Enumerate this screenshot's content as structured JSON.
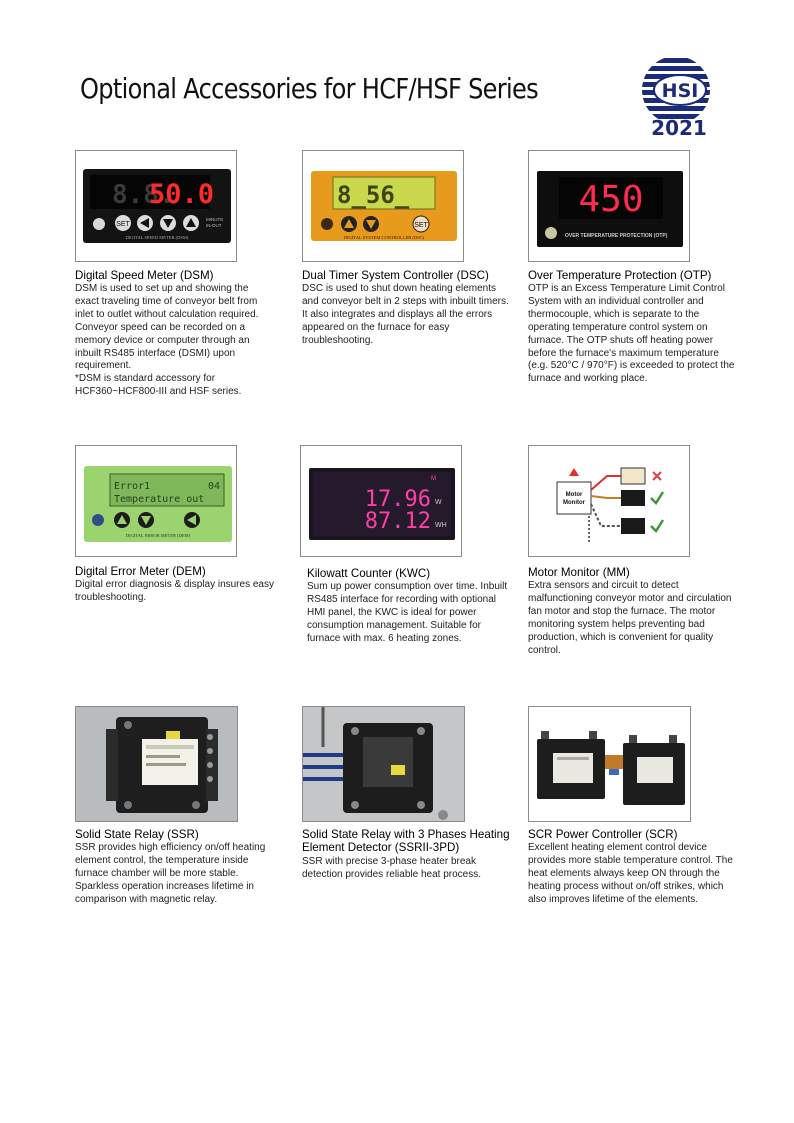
{
  "header": {
    "title": "Optional Accessories for HCF/HSF Series",
    "logo_text": "HSI",
    "year": "2021"
  },
  "accessories": [
    {
      "title": "Digital Speed Meter (DSM)",
      "description": "DSM is used to set up and showing the exact traveling time of conveyor belt from inlet to outlet without calculation required. Conveyor speed can be recorded on a memory device or computer through an inbuilt RS485 interface (DSMI) upon requirement.",
      "note": "*DSM is standard accessory for HCF360~HCF800-III and HSF series.",
      "panel": {
        "display": "50.0",
        "dim": "8.8.",
        "label": "DIGITAL SPEED METER (DSM)",
        "corner": "MINUTE",
        "corner2": "IN-OUT",
        "button": "SET"
      }
    },
    {
      "title": "Dual Timer System Controller (DSC)",
      "description": "DSC is used to shut down heating elements and conveyor belt in 2 steps with inbuilt timers. It also integrates and displays all the errors appeared on the furnace for easy troubleshooting.",
      "panel": {
        "display": "8_56_",
        "label": "DIGITAL SYSTEM CONTROLLER (DSC)",
        "button": "SET"
      }
    },
    {
      "title": "Over Temperature Protection (OTP)",
      "description": "OTP is an Excess Temperature Limit Control System with an individual controller and thermocouple, which is separate to the operating temperature control system on furnace. The OTP shuts off heating power before the furnace's maximum temperature (e.g. 520°C / 970°F) is exceeded to protect the furnace and working place.",
      "panel": {
        "display": "450",
        "label": "OVER TEMPERATURE PROTECTION (OTP)"
      }
    },
    {
      "title": "Digital Error Meter (DEM)",
      "description": "Digital error diagnosis & display insures easy troubleshooting.",
      "panel": {
        "line1": "Error1",
        "line1_right": "04",
        "line2": "Temperature out",
        "label": "DIGITAL ERROR METER (DEM)"
      }
    },
    {
      "title": "Kilowatt Counter (KWC)",
      "description": "Sum up power consumption over time. Inbuilt RS485 interface for recording with optional HMI panel, the KWC is ideal for power consumption management. Suitable for furnace with max. 6 heating zones.",
      "panel": {
        "line1": "17.96",
        "unit1": "W",
        "line2": "87.12",
        "unit2": "WH",
        "tag": "M"
      }
    },
    {
      "title": "Motor Monitor (MM)",
      "description": "Extra sensors and circuit to detect malfunctioning conveyor motor and circulation fan motor and stop the furnace. The motor monitoring system helps preventing bad production, which is convenient for quality control.",
      "panel": {
        "box_line1": "Motor",
        "box_line2": "Monitor"
      }
    },
    {
      "title": "Solid State Relay (SSR)",
      "description": "SSR provides high efficiency on/off heating element control, the temperature inside furnace chamber will be more stable. Sparkless operation increases lifetime in comparison with magnetic relay."
    },
    {
      "title": "Solid State Relay with 3 Phases Heating Element Detector (SSRII-3PD)",
      "description": "SSR with precise 3-phase heater break detection provides reliable heat process."
    },
    {
      "title": "SCR Power Controller (SCR)",
      "description": "Excellent heating element control device provides more stable temperature control. The heat elements always keep ON through the heating process without on/off strikes, which also improves lifetime of the elements."
    }
  ],
  "colors": {
    "logo_blue": "#1b2b7a",
    "lcd_red": "#ff2a2a",
    "lcd_magenta": "#ff3fa8",
    "lcd_green_bg": "#9bd46e",
    "lcd_amber_bg": "#e89a1c"
  }
}
